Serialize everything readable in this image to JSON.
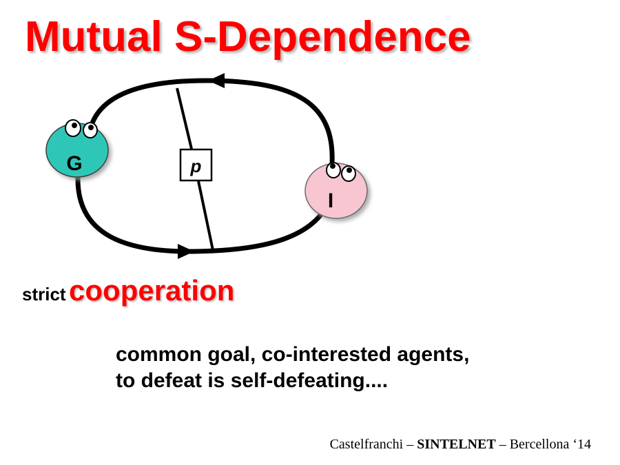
{
  "title": "Mutual S-Dependence",
  "colors": {
    "title": "#ff0000",
    "agent_g_fill": "#2ec7b7",
    "agent_i_fill": "#f7c6d1",
    "cooperation": "#ff0000"
  },
  "diagram": {
    "agent_g": {
      "label": "G"
    },
    "agent_i": {
      "label": "I"
    },
    "object": {
      "label": "p"
    }
  },
  "subtitle": {
    "prefix": "strict",
    "keyword": "cooperation"
  },
  "description": {
    "line1": "common goal, co-interested agents,",
    "line2": "to defeat is self-defeating...."
  },
  "footer": {
    "author": "Castelfranchi –",
    "project": "SINTELNET",
    "venue": "– Bercellona ‘14"
  }
}
